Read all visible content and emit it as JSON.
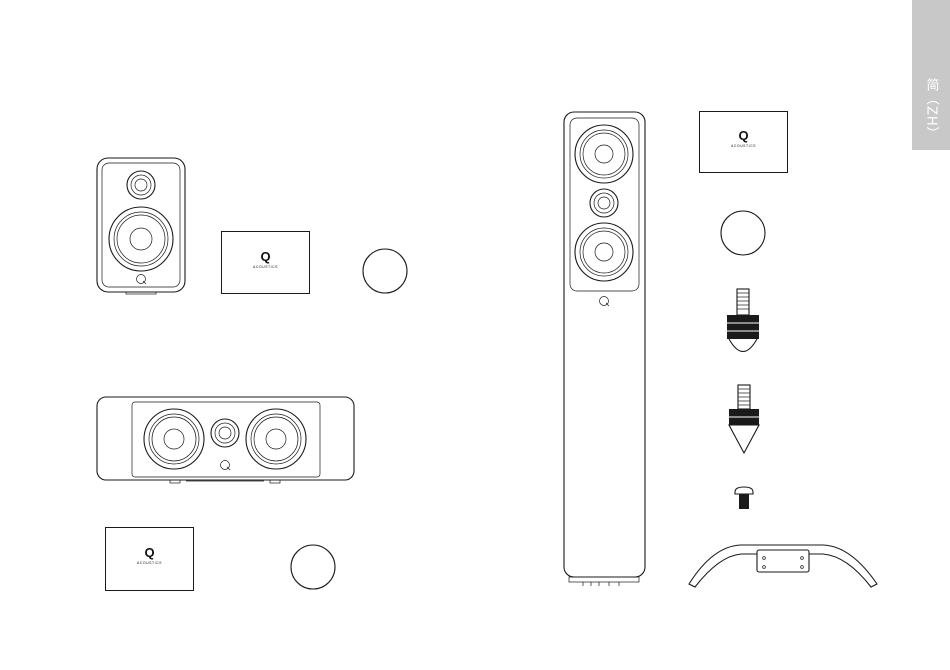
{
  "brand": {
    "logo_letter": "Q",
    "logo_subtitle": "ACOUSTICS"
  },
  "language_tab": {
    "label": "简（ZH）"
  },
  "colors": {
    "line": "#1a1a1a",
    "tab_background": "#c8c8c8",
    "tab_text": "#ffffff"
  },
  "groups": [
    {
      "id": "bookshelf",
      "items": [
        "bookshelf-speaker",
        "manual-card",
        "bumper-pad"
      ]
    },
    {
      "id": "centre",
      "items": [
        "centre-speaker",
        "manual-card",
        "bumper-pad"
      ]
    },
    {
      "id": "floorstander",
      "items": [
        "floorstanding-speaker",
        "manual-card",
        "bumper-pad",
        "spike-foot-rounded",
        "spike-foot-pointed",
        "bolt",
        "outrigger-base"
      ]
    }
  ]
}
